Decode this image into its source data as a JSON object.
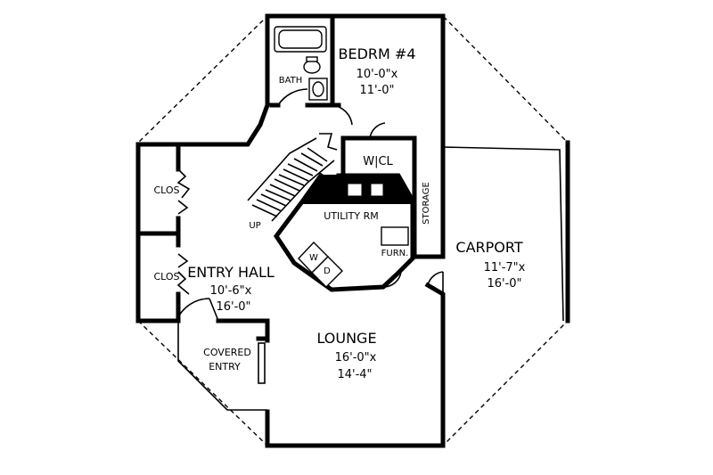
{
  "rooms": {
    "bedroom": {
      "name": "BEDRM #4",
      "dim1": "10'-0\"x",
      "dim2": "11'-0\""
    },
    "bath": {
      "name": "BATH"
    },
    "wicl": {
      "name": "W|CL"
    },
    "storage": {
      "name": "STORAGE"
    },
    "utility": {
      "name": "UTILITY RM"
    },
    "washer": {
      "name": "W"
    },
    "dryer": {
      "name": "D"
    },
    "furnace": {
      "name": "FURN."
    },
    "closet_top": {
      "name": "CLOS"
    },
    "closet_bottom": {
      "name": "CLOS"
    },
    "entry_hall": {
      "name": "ENTRY HALL",
      "dim1": "10'-6\"x",
      "dim2": "16'-0\""
    },
    "covered_entry": {
      "line1": "COVERED",
      "line2": "ENTRY"
    },
    "carport": {
      "name": "CARPORT",
      "dim1": "11'-7\"x",
      "dim2": "16'-0\""
    },
    "lounge": {
      "name": "LOUNGE",
      "dim1": "16'-0\"x",
      "dim2": "14'-4\""
    }
  },
  "stair": {
    "label": "UP"
  }
}
